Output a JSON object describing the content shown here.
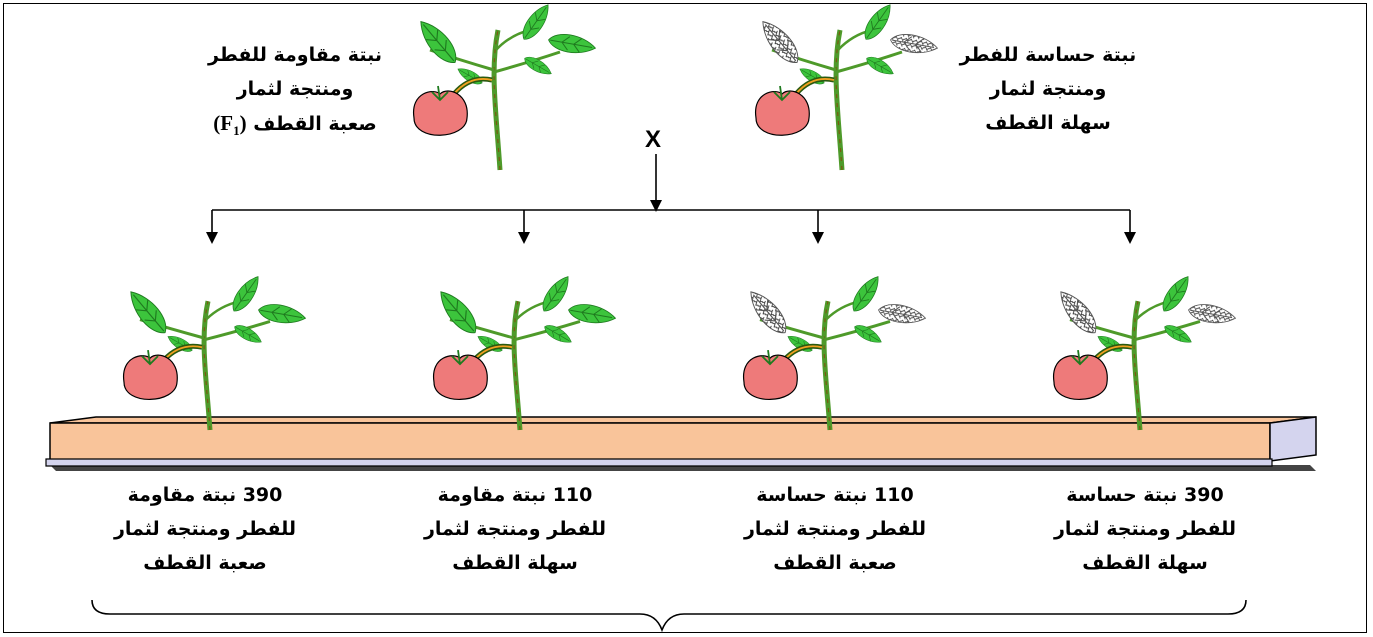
{
  "parents": {
    "right": {
      "lines": [
        "نبتة حساسة للفطر",
        "ومنتجة لثمار",
        "سهلة القطف"
      ]
    },
    "left": {
      "lines": [
        "نبتة مقاومة للفطر",
        "ومنتجة لثمار",
        "صعبة القطف"
      ],
      "generation_label": "(F",
      "generation_sub": "1",
      "generation_close": ")"
    },
    "cross_symbol": "X"
  },
  "offspring": [
    {
      "count": "390",
      "lines": [
        "نبتة مقاومة",
        "للفطر ومنتجة لثمار",
        "صعبة القطف"
      ],
      "leaves": "healthy"
    },
    {
      "count": "110",
      "lines": [
        "نبتة مقاومة",
        "للفطر ومنتجة لثمار",
        "سهلة القطف"
      ],
      "leaves": "healthy"
    },
    {
      "count": "110",
      "lines": [
        "نبتة حساسة",
        "للفطر ومنتجة لثمار",
        "صعبة القطف"
      ],
      "leaves": "infected"
    },
    {
      "count": "390",
      "lines": [
        "نبتة حساسة",
        "للفطر ومنتجة لثمار",
        "سهلة القطف"
      ],
      "leaves": "infected"
    }
  ],
  "colors": {
    "leaf_healthy": "#3cc43c",
    "leaf_vein": "#1f7a1f",
    "fruit": "#ee7a7a",
    "stem": "#4e9a2a",
    "stem_dark": "#7a5a10",
    "stripe_orange": "#f0a020",
    "board_top": "#f9c49a",
    "board_front": "#d4d4ee"
  }
}
